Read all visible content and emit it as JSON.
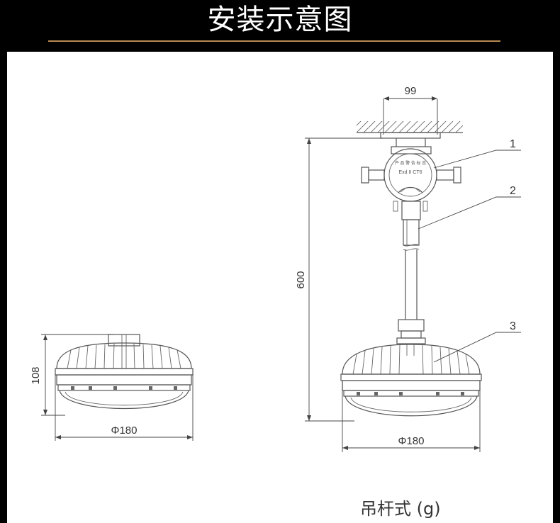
{
  "title": "安装示意图",
  "dims": {
    "left_height": "108",
    "left_diameter": "Φ180",
    "mount_width": "99",
    "total_height": "600",
    "right_diameter": "Φ180"
  },
  "callouts": [
    "1",
    "2",
    "3"
  ],
  "box_marking": "Exd II CT6",
  "caption": "吊杆式 (g)"
}
